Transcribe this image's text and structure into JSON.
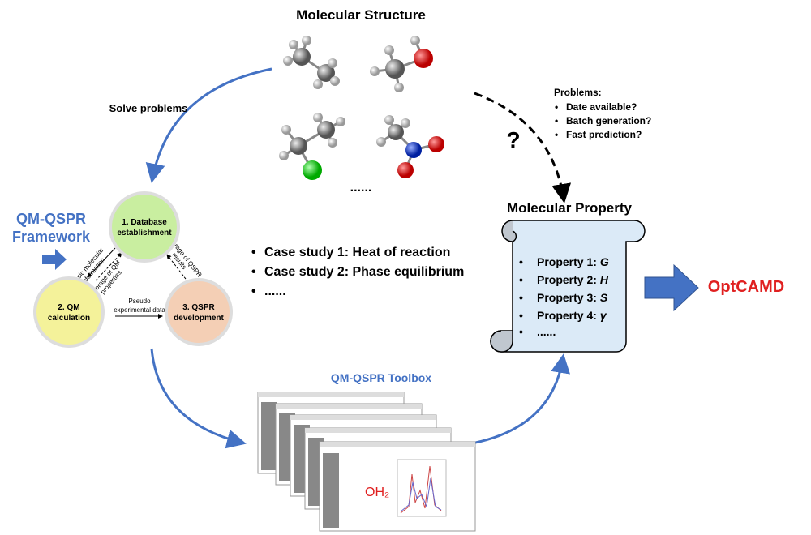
{
  "title": "Molecular Structure",
  "ellipsis": "......",
  "solve_problems": "Solve problems",
  "question_mark": "?",
  "problems": {
    "heading": "Problems:",
    "items": [
      "Date available?",
      "Batch generation?",
      "Fast prediction?"
    ]
  },
  "framework": {
    "line1": "QM-QSPR",
    "line2": "Framework",
    "nodes": [
      {
        "line1": "1. Database",
        "line2": "establishment",
        "color": "#c9eea0"
      },
      {
        "line1": "2. QM",
        "line2": "calculation",
        "color": "#f4f29a"
      },
      {
        "line1": "3. QSPR",
        "line2": "development",
        "color": "#f4cfb5"
      }
    ],
    "edge_labels": {
      "basic_info": [
        "Basic molecular",
        "information"
      ],
      "storage_qm": [
        "Storage of QM",
        "properties"
      ],
      "storage_qspr": [
        "Storage of QSPR",
        "results"
      ],
      "pseudo": [
        "Pseudo",
        "experimental data"
      ]
    }
  },
  "case_studies": [
    "Case study 1: Heat of reaction",
    "Case study 2: Phase equilibrium",
    "......"
  ],
  "property": {
    "title": "Molecular Property",
    "items": [
      {
        "label": "Property 1: ",
        "symbol": "G"
      },
      {
        "label": "Property 2: ",
        "symbol": "H"
      },
      {
        "label": "Property 3: ",
        "symbol": "S"
      },
      {
        "label": "Property 4: ",
        "symbol": "γ"
      },
      {
        "label": "......",
        "symbol": ""
      }
    ]
  },
  "optcamd": "OptCAMD",
  "toolbox": {
    "title": "QM-QSPR Toolbox",
    "molecule_label": "OH₂"
  },
  "colors": {
    "blue": "#4472c4",
    "red": "#e02020",
    "scroll": "#dbeaf7"
  }
}
